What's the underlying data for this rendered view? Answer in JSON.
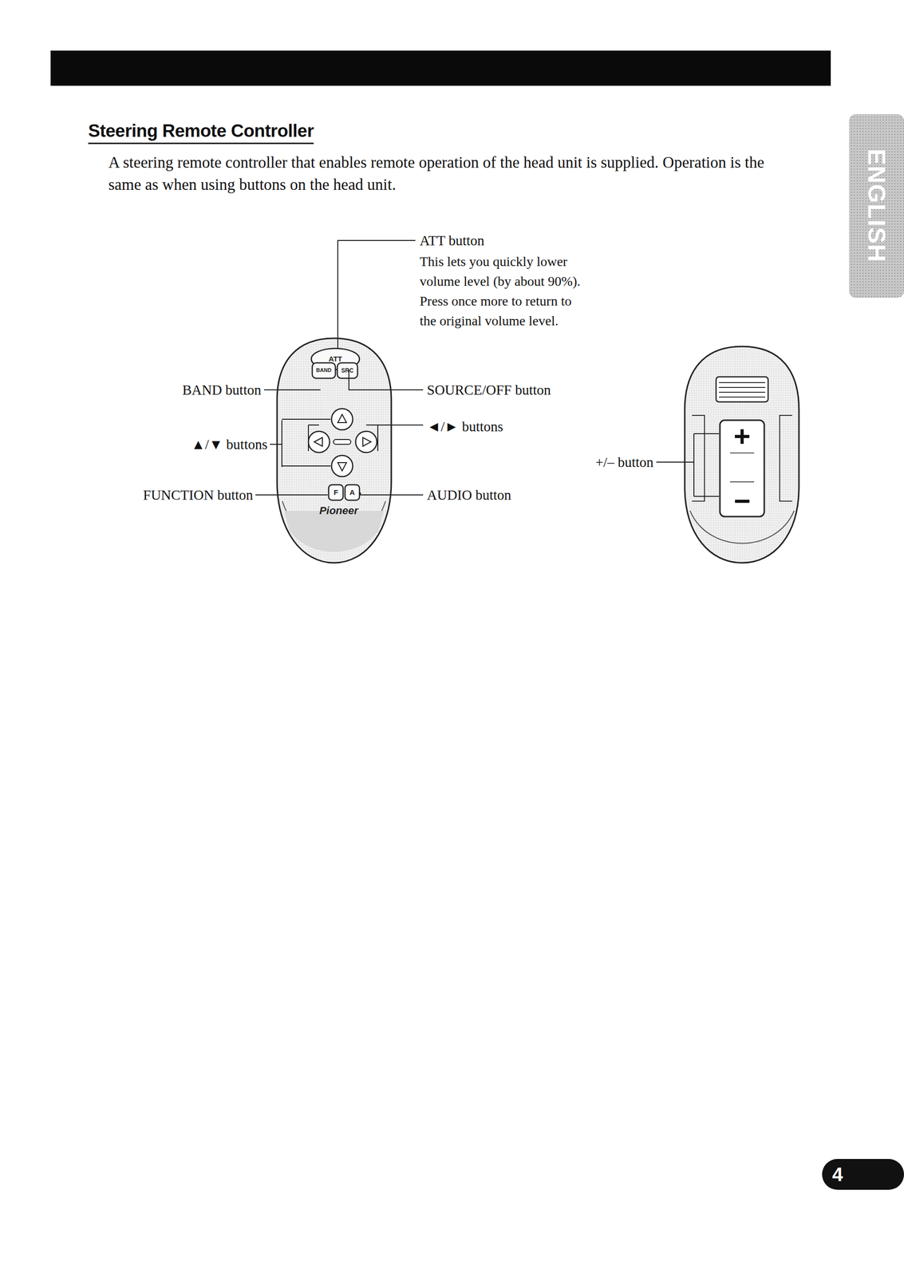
{
  "diagram": {
    "title": "Steering Remote Controller",
    "labels": [
      "A steering remote controller that enables remote operation of the head unit is supplied. Operation is the same as when using buttons on the head unit.",
      "ATT button",
      "This lets you quickly lower volume level (by about 90%). Press once more to return to the original volume level.",
      "BAND button",
      "SOURCE/OFF button",
      "▲/▼ buttons",
      "◄/► buttons",
      "+/– button",
      "FUNCTION button",
      "AUDIO button",
      "ATT",
      "BAND",
      "SRC",
      "F",
      "A",
      "Pioneer",
      "+",
      "−",
      "ENGLISH",
      "4"
    ]
  }
}
